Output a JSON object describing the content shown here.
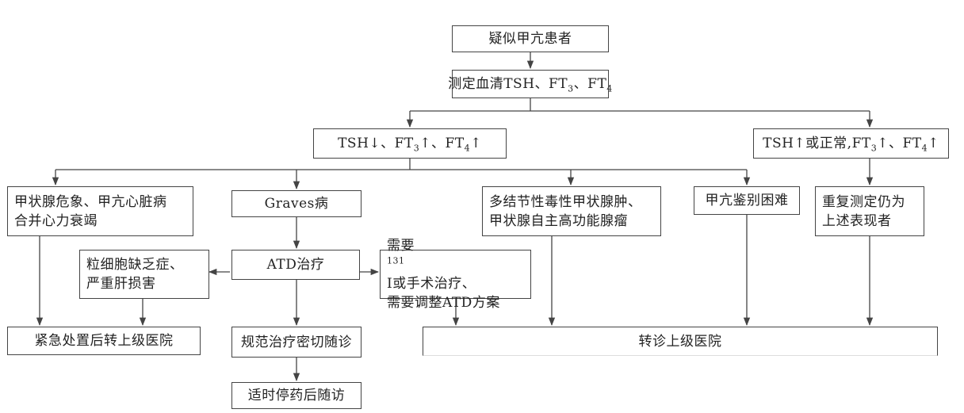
{
  "nodes": {
    "n1": {
      "text": "疑似甲亢患者"
    },
    "n2": {
      "prefix": "测定血清TSH、FT",
      "sub1": "3",
      "mid": "、FT",
      "sub2": "4"
    },
    "n3": {
      "p1": "TSH↓、FT",
      "s1": "3",
      "p2": "↑、FT",
      "s2": "4",
      "p3": "↑"
    },
    "n4": {
      "p1": "TSH↑或正常,FT",
      "s1": "3",
      "p2": "↑、FT",
      "s2": "4",
      "p3": "↑"
    },
    "n5": {
      "line1": "甲状腺危象、甲亢心脏病",
      "line2": "合并心力衰竭"
    },
    "n6": {
      "text": "Graves病"
    },
    "n7": {
      "line1": "多结节性毒性甲状腺肿、",
      "line2": "甲状腺自主高功能腺瘤"
    },
    "n8": {
      "text": "甲亢鉴别困难"
    },
    "n9": {
      "line1": "重复测定仍为",
      "line2": "上述表现者"
    },
    "n10": {
      "line1": "粒细胞缺乏症、",
      "line2": "严重肝损害"
    },
    "n11": {
      "text": "ATD治疗"
    },
    "n12": {
      "pre": "需要",
      "sup": "131",
      "post": "I或手术治疗、",
      "line2": "需要调整ATD方案"
    },
    "n13": {
      "text": "紧急处置后转上级医院"
    },
    "n14": {
      "text": "规范治疗密切随诊"
    },
    "n15": {
      "text": "转诊上级医院"
    },
    "n16": {
      "text": "适时停药后随访"
    }
  },
  "colors": {
    "line": "#444444",
    "border": "#444444",
    "text": "#222222"
  }
}
